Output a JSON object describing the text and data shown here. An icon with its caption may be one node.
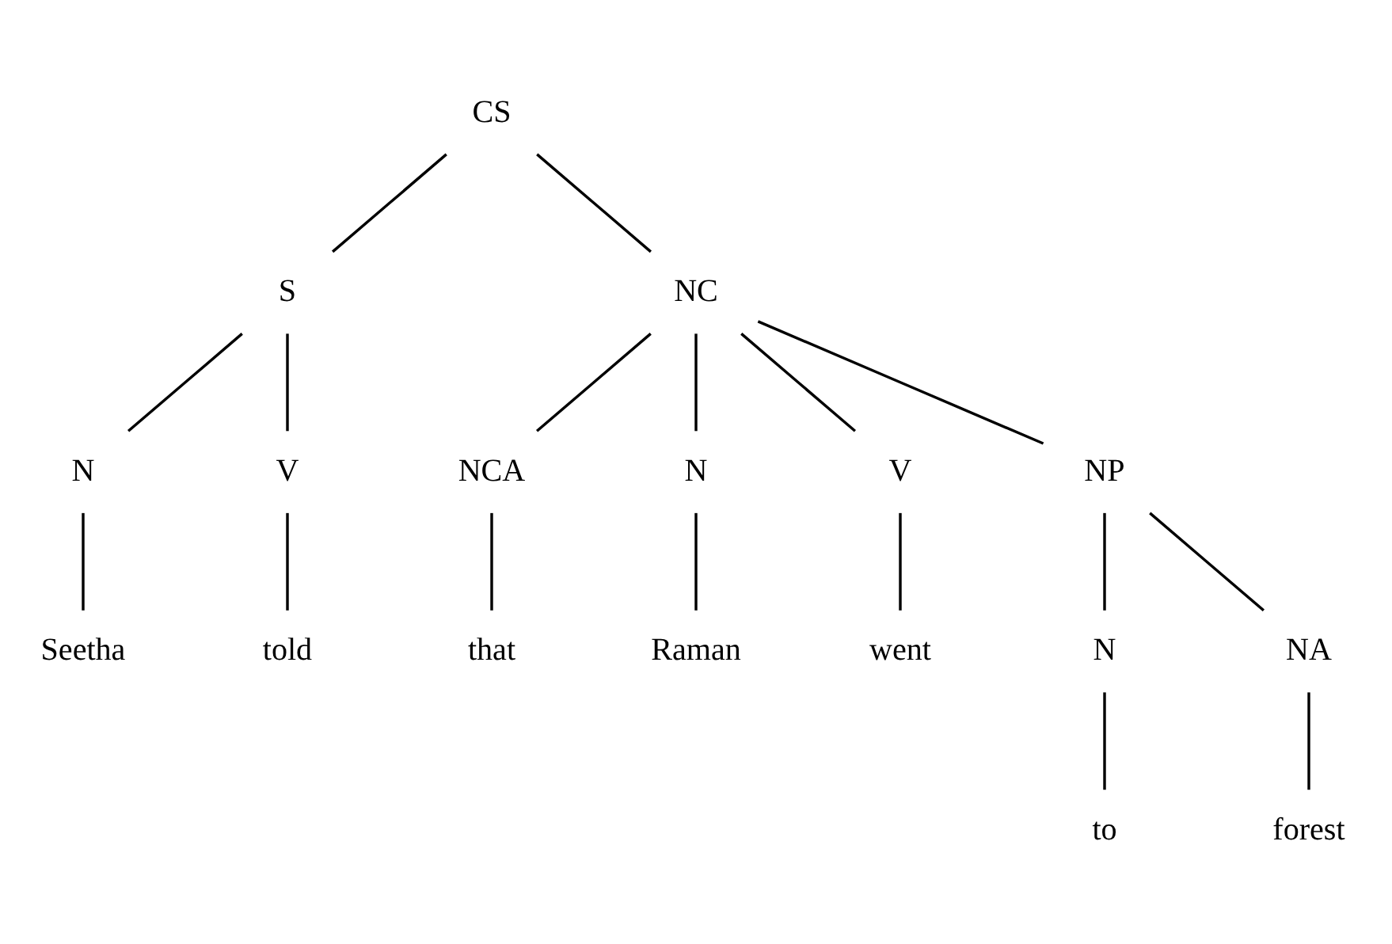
{
  "diagram": {
    "nodes": [
      {
        "text": [
          "CS"
        ]
      },
      {
        "text": [
          "S"
        ]
      },
      {
        "text": [
          "NC"
        ]
      },
      {
        "text": [
          "N"
        ]
      },
      {
        "text": [
          "V"
        ]
      },
      {
        "text": [
          "NCA"
        ]
      },
      {
        "text": [
          "N"
        ]
      },
      {
        "text": [
          "V"
        ]
      },
      {
        "text": [
          "NP"
        ]
      },
      {
        "text": [
          "Seetha"
        ]
      },
      {
        "text": [
          "told"
        ]
      },
      {
        "text": [
          "that"
        ]
      },
      {
        "text": [
          "Raman"
        ]
      },
      {
        "text": [
          "went"
        ]
      },
      {
        "text": [
          "N"
        ]
      },
      {
        "text": [
          "NA"
        ]
      },
      {
        "text": [
          "to"
        ]
      },
      {
        "text": [
          "forest"
        ]
      }
    ],
    "edges": [
      {
        "from": 0,
        "to": 1,
        "arrow": "none"
      },
      {
        "from": 0,
        "to": 2,
        "arrow": "none"
      },
      {
        "from": 1,
        "to": 3,
        "arrow": "none"
      },
      {
        "from": 1,
        "to": 4,
        "arrow": "none"
      },
      {
        "from": 2,
        "to": 5,
        "arrow": "none"
      },
      {
        "from": 2,
        "to": 6,
        "arrow": "none"
      },
      {
        "from": 2,
        "to": 7,
        "arrow": "none"
      },
      {
        "from": 2,
        "to": 8,
        "arrow": "none"
      },
      {
        "from": 3,
        "to": 9,
        "arrow": "none"
      },
      {
        "from": 4,
        "to": 10,
        "arrow": "none"
      },
      {
        "from": 5,
        "to": 11,
        "arrow": "none"
      },
      {
        "from": 6,
        "to": 12,
        "arrow": "none"
      },
      {
        "from": 7,
        "to": 13,
        "arrow": "none"
      },
      {
        "from": 8,
        "to": 14,
        "arrow": "none"
      },
      {
        "from": 8,
        "to": 15,
        "arrow": "none"
      },
      {
        "from": 14,
        "to": 16,
        "arrow": "none"
      },
      {
        "from": 15,
        "to": 17,
        "arrow": "none"
      }
    ]
  }
}
